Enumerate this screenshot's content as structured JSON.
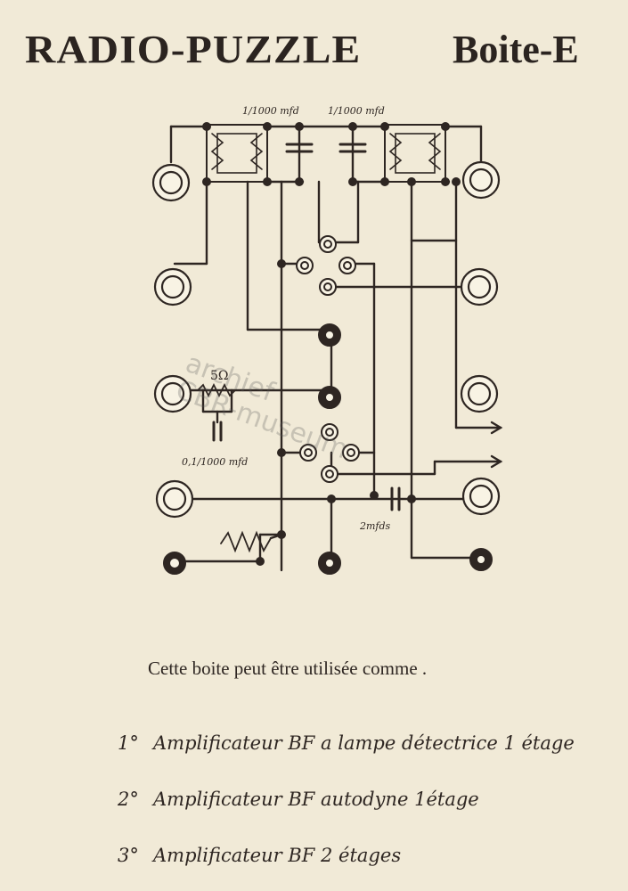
{
  "header": {
    "title": "RADIO-PUZZLE",
    "box_label": "Boite-E"
  },
  "schematic": {
    "cap_top_left": "1/1000 mfd",
    "cap_top_right": "1/1000 mfd",
    "resistor": "5Ω",
    "cap_left": "0,1/1000 mfd",
    "cap_bottom": "2mfds"
  },
  "description": {
    "intro": "Cette boite peut être utilisée comme .",
    "uses": [
      {
        "num": "1°",
        "text": "Amplificateur BF a lampe détectrice  1 étage"
      },
      {
        "num": "2°",
        "text": "Amplificateur BF autodyne  1étage"
      },
      {
        "num": "3°",
        "text": "Amplificateur BF 2 étages"
      }
    ]
  },
  "watermark": {
    "line1": "archief",
    "line2": "CBR-museum"
  },
  "colors": {
    "paper": "#f1ead7",
    "ink": "#2e2622"
  }
}
